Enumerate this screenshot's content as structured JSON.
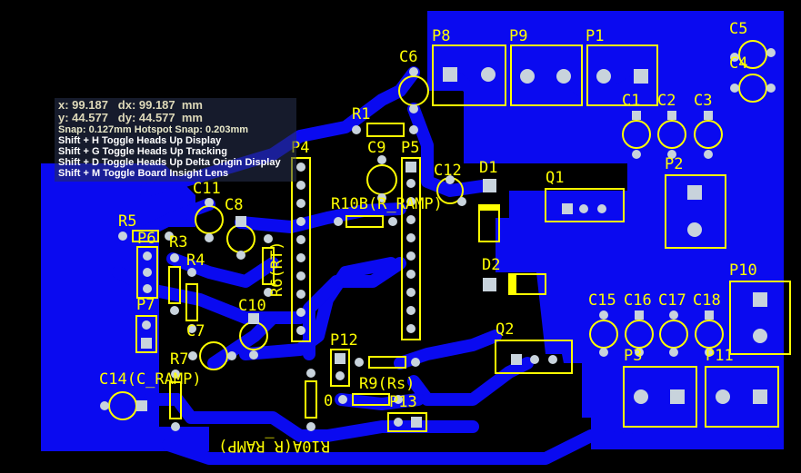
{
  "hud": {
    "x_line": "x: 99.187   dx: 99.187  mm",
    "y_line": "y: 44.577   dy: 44.577  mm",
    "snap_line": "Snap: 0.127mm Hotspot Snap: 0.203mm",
    "shortcuts": [
      "Shift + H  Toggle Heads Up Display",
      "Shift + G  Toggle Heads Up Tracking",
      "Shift + D  Toggle Heads Up Delta Origin Display",
      "Shift + M  Toggle Board Insight Lens"
    ]
  },
  "designators": {
    "P8": "P8",
    "P9": "P9",
    "P1": "P1",
    "C5": "C5",
    "C4": "C4",
    "C6": "C6",
    "C1": "C1",
    "C2": "C2",
    "C3": "C3",
    "R1": "R1",
    "C9": "C9",
    "P5": "P5",
    "P4": "P4",
    "C12": "C12",
    "D1": "D1",
    "Q1": "Q1",
    "P2": "P2",
    "C11": "C11",
    "C8": "C8",
    "R10B": "R10B(R_RAMP)",
    "R5": "R5",
    "P6": "P6",
    "R3": "R3",
    "R4": "R4",
    "R6": "R6(RT)",
    "D2": "D2",
    "P10": "P10",
    "C15": "C15",
    "C16": "C16",
    "C17": "C17",
    "C18": "C18",
    "P7": "P7",
    "C7": "C7",
    "C10": "C10",
    "Q2": "Q2",
    "P3": "P3",
    "P11": "P11",
    "R7": "R7",
    "P12": "P12",
    "C14": "C14(C_RAMP)",
    "R9": "R9(Rs)",
    "R9_zero": "0",
    "P13": "P13",
    "R10A": "R10A(R_RAMP)"
  },
  "colors": {
    "copper": "#0a0af0",
    "silkscreen": "#ffff00",
    "pad": "#c8d3dc",
    "background": "#000000"
  }
}
